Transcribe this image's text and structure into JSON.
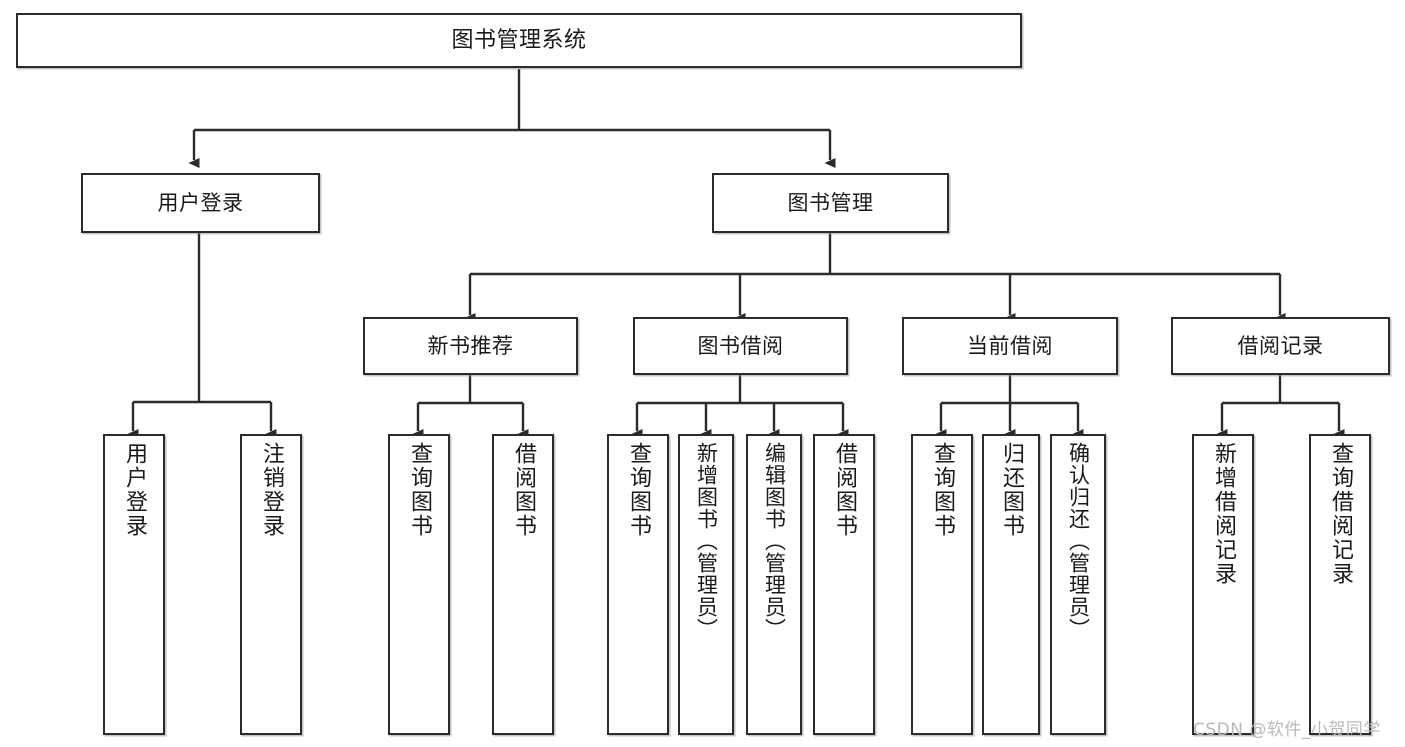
{
  "diagram": {
    "title": "图书管理系统",
    "type": "tree-hierarchy-chart",
    "watermark": "CSDN @软件_小贺同学",
    "colors": {
      "stroke": "#2b2b2b",
      "fill": "#ffffff",
      "text": "#1a1a1a",
      "watermark": "#b9b9b9"
    }
  },
  "nodes": {
    "root": {
      "label": "图书管理系统"
    },
    "level2": [
      {
        "id": "user-login",
        "label": "用户登录"
      },
      {
        "id": "book-admin",
        "label": "图书管理"
      }
    ],
    "level3": [
      {
        "id": "new-book-rec",
        "label": "新书推荐"
      },
      {
        "id": "book-borrow",
        "label": "图书借阅"
      },
      {
        "id": "current-borrow",
        "label": "当前借阅"
      },
      {
        "id": "borrow-record",
        "label": "借阅记录"
      }
    ],
    "leaves": [
      {
        "id": "leaf-user-login",
        "label": "用户登录",
        "parent": "user-login"
      },
      {
        "id": "leaf-logout",
        "label": "注销登录",
        "parent": "user-login"
      },
      {
        "id": "leaf-query-book-1",
        "label": "查询图书",
        "parent": "new-book-rec"
      },
      {
        "id": "leaf-borrow-book-1",
        "label": "借阅图书",
        "parent": "new-book-rec"
      },
      {
        "id": "leaf-query-book-2",
        "label": "查询图书",
        "parent": "book-borrow"
      },
      {
        "id": "leaf-add-book",
        "label": "新增图书（管理员）",
        "parent": "book-borrow"
      },
      {
        "id": "leaf-edit-book",
        "label": "编辑图书（管理员）",
        "parent": "book-borrow"
      },
      {
        "id": "leaf-borrow-book-2",
        "label": "借阅图书",
        "parent": "book-borrow"
      },
      {
        "id": "leaf-query-book-3",
        "label": "查询图书",
        "parent": "current-borrow"
      },
      {
        "id": "leaf-return-book",
        "label": "归还图书",
        "parent": "current-borrow"
      },
      {
        "id": "leaf-confirm-return",
        "label": "确认归还（管理员）",
        "parent": "current-borrow"
      },
      {
        "id": "leaf-add-record",
        "label": "新增借阅记录",
        "parent": "borrow-record"
      },
      {
        "id": "leaf-query-record",
        "label": "查询借阅记录",
        "parent": "borrow-record"
      }
    ]
  }
}
